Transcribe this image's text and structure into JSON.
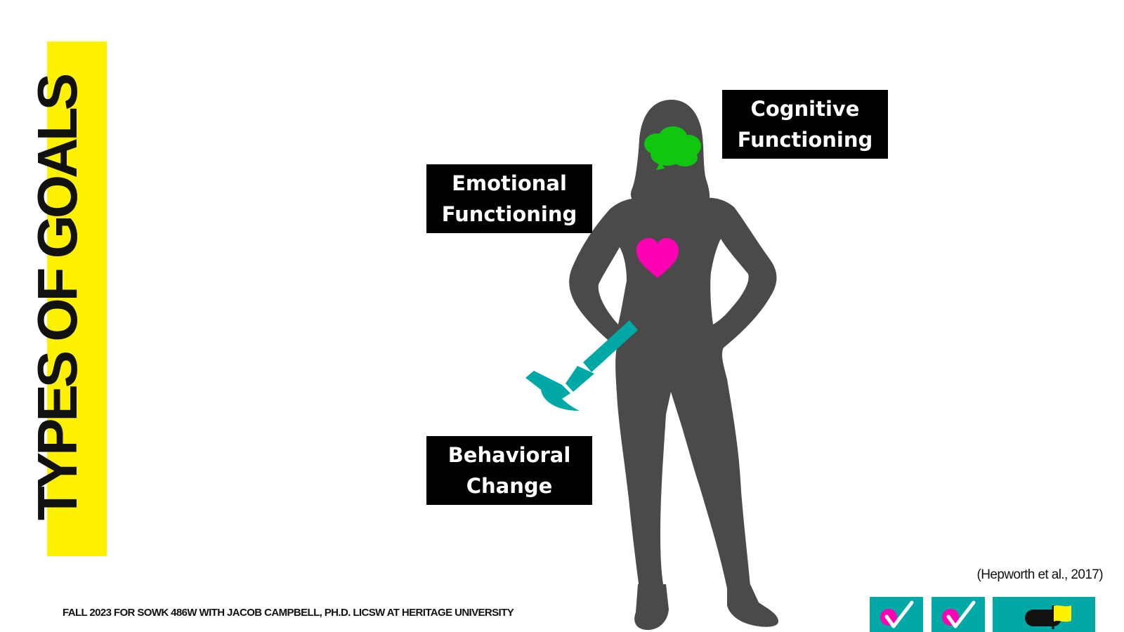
{
  "title": "TYPES OF GOALS",
  "labels": {
    "cognitive": [
      "Cognitive",
      "Functioning"
    ],
    "emotional": [
      "Emotional",
      "Functioning"
    ],
    "behavioral": [
      "Behavioral",
      "Change"
    ]
  },
  "citation": "(Hepworth et al., 2017)",
  "footer": "FALL 2023 FOR SOWK 486W WITH JACOB CAMPBELL, PH.D. LICSW AT HERITAGE UNIVERSITY",
  "icons": {
    "figure": "woman-silhouette-icon",
    "brain": "brain-icon",
    "heart": "heart-icon",
    "hammer": "hammer-icon",
    "badges": [
      "check-badge-icon",
      "check-badge-icon",
      "toggle-flag-badge-icon"
    ]
  },
  "colors": {
    "title_highlight": "#fff200",
    "silhouette": "#4a4a4a",
    "brain": "#11c611",
    "heart": "#ff00b4",
    "hammer": "#00a9a5",
    "label_bg": "#000000",
    "badge_bg": "#00a9a5"
  }
}
